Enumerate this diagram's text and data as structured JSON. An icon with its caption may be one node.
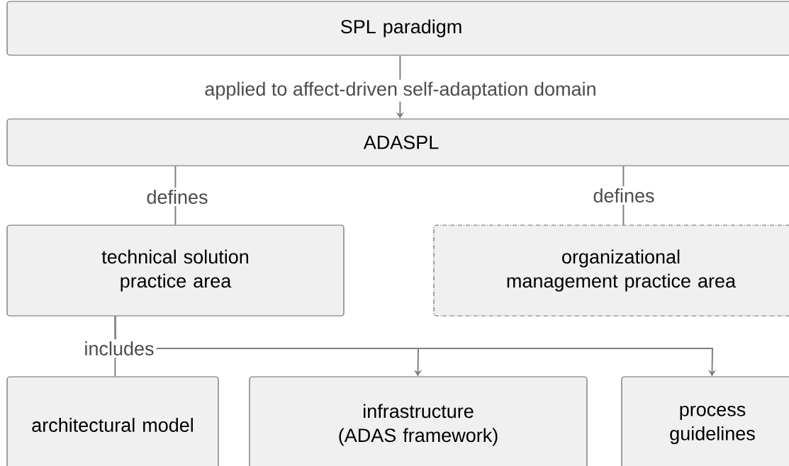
{
  "diagram": {
    "nodes": [
      {
        "text": [
          "SPL paradigm"
        ]
      },
      {
        "text": [
          "ADASPL"
        ]
      },
      {
        "text": [
          "technical solution practice area"
        ]
      },
      {
        "text": [
          "organizational management practice area"
        ]
      },
      {
        "text": [
          "architectural model"
        ]
      },
      {
        "text": [
          "infrastructure (ADAS framework)"
        ]
      },
      {
        "text": [
          "process guidelines"
        ]
      }
    ],
    "edges": [
      {
        "from": 0,
        "to": 1,
        "arrow": "to",
        "label": "applied to affect-driven self-adaptation domain"
      },
      {
        "from": 1,
        "to": 2,
        "arrow": "none",
        "label": "defines"
      },
      {
        "from": 1,
        "to": 3,
        "arrow": "none",
        "label": "defines"
      },
      {
        "from": 2,
        "to": 4,
        "arrow": "none",
        "label": "includes"
      },
      {
        "from": 2,
        "to": 5,
        "arrow": "to"
      },
      {
        "from": 2,
        "to": 6,
        "arrow": "to"
      }
    ]
  }
}
